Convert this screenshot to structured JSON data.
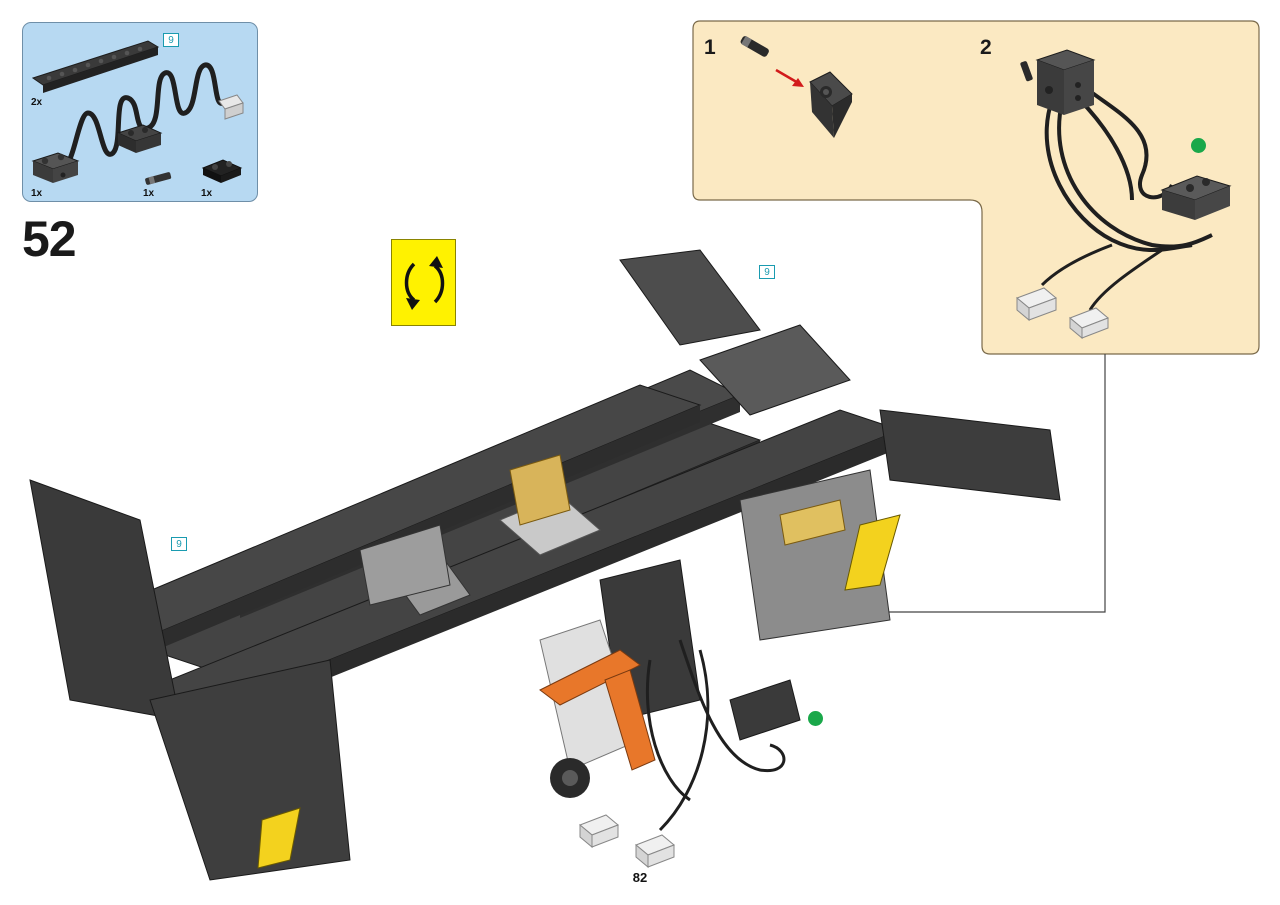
{
  "step": {
    "number": "52"
  },
  "parts_callout": {
    "items": [
      {
        "name": "technic-beam-9",
        "quantity": "2x",
        "length_badge": "9"
      },
      {
        "name": "power-functions-extension-wire",
        "quantity": ""
      },
      {
        "name": "technic-brick-2x2-with-holes",
        "quantity": "1x"
      },
      {
        "name": "technic-pin-connector",
        "quantity": "1x"
      },
      {
        "name": "plate-2x2-with-holes",
        "quantity": "1x"
      }
    ]
  },
  "rotate_indicator": {
    "icon": "rotate-arrows-icon",
    "color": "#fff200"
  },
  "subassembly": {
    "steps": [
      {
        "number": "1"
      },
      {
        "number": "2"
      }
    ],
    "background": "#fbe9c2"
  },
  "model_callouts": [
    {
      "label": "9"
    },
    {
      "label": "9"
    }
  ],
  "connection_marker_color": "#1aa84a",
  "page": {
    "number": "82"
  }
}
